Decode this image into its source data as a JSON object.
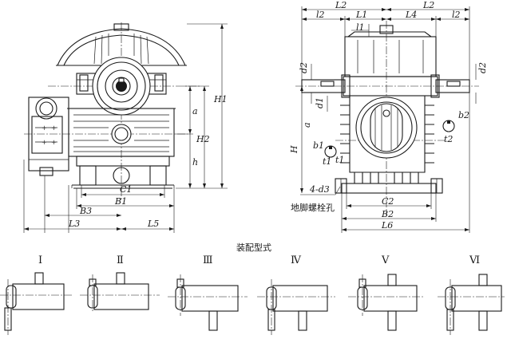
{
  "dims_front": {
    "H1": "H1",
    "H2": "H2",
    "a": "a",
    "h": "h",
    "C1": "C1",
    "B1": "B1",
    "B3": "B3",
    "L3": "L3",
    "L5": "L5"
  },
  "dims_side": {
    "L2_left": "L2",
    "L2_right": "L2",
    "L1": "L1",
    "L4": "L4",
    "l2_left": "l2",
    "l2_right": "l2",
    "l1": "l1",
    "d2_left": "d2",
    "d2_right": "d2",
    "d1": "d1",
    "b1": "b1",
    "t1_a": "t1",
    "t1_b": "t1",
    "b2": "b2",
    "t2": "t2",
    "H": "H",
    "C2": "C2",
    "B2": "B2",
    "L6": "L6",
    "bolt_label": "4-d3",
    "foot_bolt_hole": "地脚螺栓孔"
  },
  "assembly": {
    "title": "装配型式",
    "types": [
      "Ⅰ",
      "Ⅱ",
      "Ⅲ",
      "Ⅳ",
      "Ⅴ",
      "Ⅵ"
    ]
  }
}
